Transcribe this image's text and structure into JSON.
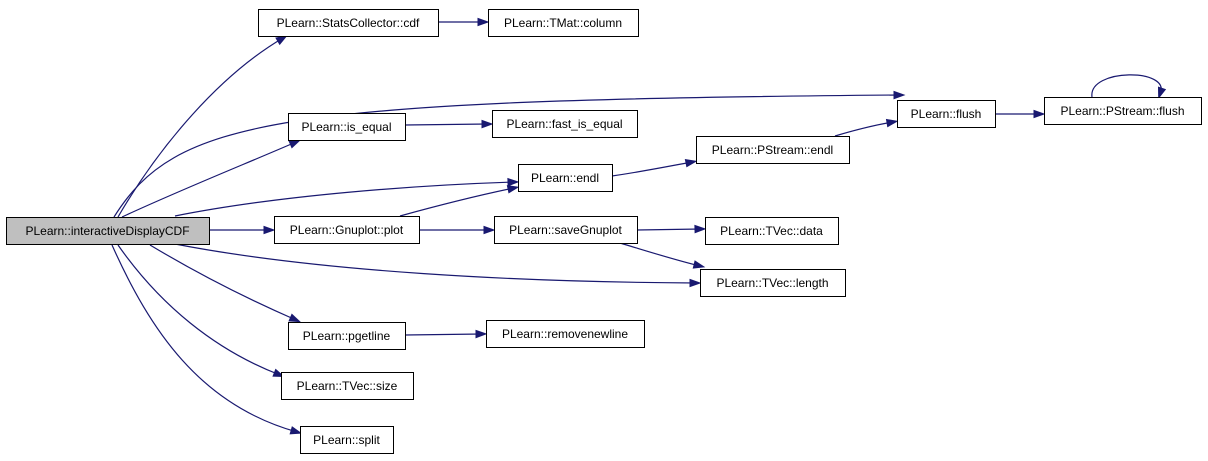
{
  "graph": {
    "root": "interactiveDisplayCDF",
    "colors": {
      "edge": "#191970",
      "root_fill": "#bfbfbf",
      "node_fill": "#ffffff",
      "node_border": "#000000"
    },
    "nodes": [
      {
        "id": "interactiveDisplayCDF",
        "label": "PLearn::interactiveDisplayCDF"
      },
      {
        "id": "statscollector_cdf",
        "label": "PLearn::StatsCollector::cdf"
      },
      {
        "id": "tmat_column",
        "label": "PLearn::TMat::column"
      },
      {
        "id": "is_equal",
        "label": "PLearn::is_equal"
      },
      {
        "id": "fast_is_equal",
        "label": "PLearn::fast_is_equal"
      },
      {
        "id": "flush",
        "label": "PLearn::flush"
      },
      {
        "id": "pstream_flush",
        "label": "PLearn::PStream::flush"
      },
      {
        "id": "endl",
        "label": "PLearn::endl"
      },
      {
        "id": "pstream_endl",
        "label": "PLearn::PStream::endl"
      },
      {
        "id": "gnuplot_plot",
        "label": "PLearn::Gnuplot::plot"
      },
      {
        "id": "savegnuplot",
        "label": "PLearn::saveGnuplot"
      },
      {
        "id": "tvec_data",
        "label": "PLearn::TVec::data"
      },
      {
        "id": "tvec_length",
        "label": "PLearn::TVec::length"
      },
      {
        "id": "pgetline",
        "label": "PLearn::pgetline"
      },
      {
        "id": "removenewline",
        "label": "PLearn::removenewline"
      },
      {
        "id": "tvec_size",
        "label": "PLearn::TVec::size"
      },
      {
        "id": "split",
        "label": "PLearn::split"
      }
    ],
    "edges": [
      {
        "from": "interactiveDisplayCDF",
        "to": "statscollector_cdf"
      },
      {
        "from": "interactiveDisplayCDF",
        "to": "flush"
      },
      {
        "from": "interactiveDisplayCDF",
        "to": "is_equal"
      },
      {
        "from": "interactiveDisplayCDF",
        "to": "endl"
      },
      {
        "from": "interactiveDisplayCDF",
        "to": "gnuplot_plot"
      },
      {
        "from": "interactiveDisplayCDF",
        "to": "tvec_length"
      },
      {
        "from": "interactiveDisplayCDF",
        "to": "pgetline"
      },
      {
        "from": "interactiveDisplayCDF",
        "to": "tvec_size"
      },
      {
        "from": "interactiveDisplayCDF",
        "to": "split"
      },
      {
        "from": "statscollector_cdf",
        "to": "tmat_column"
      },
      {
        "from": "is_equal",
        "to": "fast_is_equal"
      },
      {
        "from": "endl",
        "to": "pstream_endl"
      },
      {
        "from": "pstream_endl",
        "to": "flush"
      },
      {
        "from": "flush",
        "to": "pstream_flush"
      },
      {
        "from": "pstream_flush",
        "to": "pstream_flush"
      },
      {
        "from": "gnuplot_plot",
        "to": "endl"
      },
      {
        "from": "gnuplot_plot",
        "to": "savegnuplot"
      },
      {
        "from": "savegnuplot",
        "to": "tvec_data"
      },
      {
        "from": "savegnuplot",
        "to": "tvec_length"
      },
      {
        "from": "pgetline",
        "to": "removenewline"
      }
    ]
  }
}
